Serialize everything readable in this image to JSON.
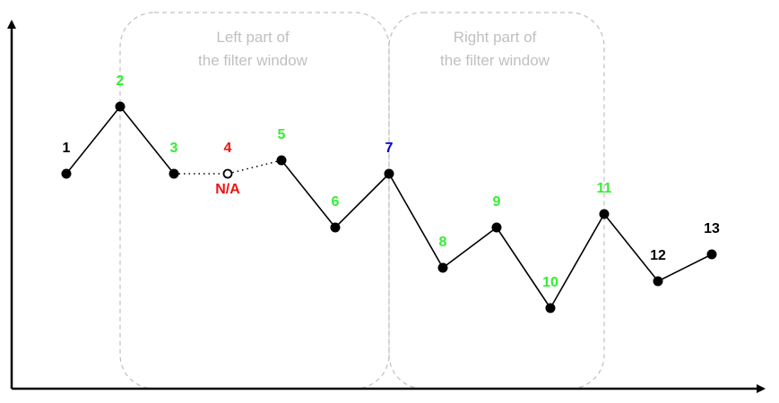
{
  "windows": {
    "left": {
      "label_line1": "Left part of",
      "label_line2": "the filter window"
    },
    "right": {
      "label_line1": "Right part of",
      "label_line2": "the filter window"
    }
  },
  "colors": {
    "axis": "#000000",
    "window_border": "#c0c0c0",
    "window_text": "#c0c0c0",
    "neighbor_label": "#33ee33",
    "center_label": "#0000cc",
    "missing_label": "#ee1111",
    "outside_label": "#000000"
  },
  "points": [
    {
      "label": "1",
      "role": "outside",
      "missing": false
    },
    {
      "label": "2",
      "role": "neighbor",
      "missing": false
    },
    {
      "label": "3",
      "role": "neighbor",
      "missing": false
    },
    {
      "label": "4",
      "role": "missing",
      "missing": true
    },
    {
      "label": "5",
      "role": "neighbor",
      "missing": false
    },
    {
      "label": "6",
      "role": "neighbor",
      "missing": false
    },
    {
      "label": "7",
      "role": "center",
      "missing": false
    },
    {
      "label": "8",
      "role": "neighbor",
      "missing": false
    },
    {
      "label": "9",
      "role": "neighbor",
      "missing": false
    },
    {
      "label": "10",
      "role": "neighbor",
      "missing": false
    },
    {
      "label": "11",
      "role": "neighbor",
      "missing": false
    },
    {
      "label": "12",
      "role": "outside",
      "missing": false
    },
    {
      "label": "13",
      "role": "outside",
      "missing": false
    }
  ],
  "missing_note": "N/A"
}
